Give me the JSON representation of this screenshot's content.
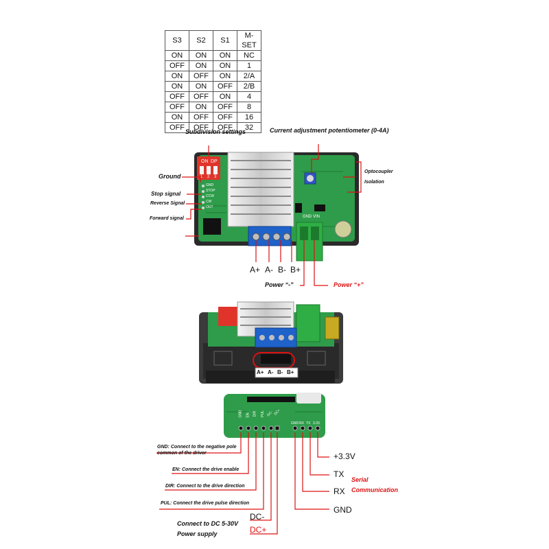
{
  "subdivision_table": {
    "headers": [
      "S3",
      "S2",
      "S1",
      "M-SET"
    ],
    "rows": [
      [
        "ON",
        "ON",
        "ON",
        "NC"
      ],
      [
        "OFF",
        "ON",
        "ON",
        "1"
      ],
      [
        "ON",
        "OFF",
        "ON",
        "2/A"
      ],
      [
        "ON",
        "ON",
        "OFF",
        "2/B"
      ],
      [
        "OFF",
        "OFF",
        "ON",
        "4"
      ],
      [
        "OFF",
        "ON",
        "OFF",
        "8"
      ],
      [
        "ON",
        "OFF",
        "OFF",
        "16"
      ],
      [
        "OFF",
        "OFF",
        "OFF",
        "32"
      ]
    ]
  },
  "top_diagram": {
    "subdivision_settings": "Subdivision settings",
    "current_pot": "Current adjustment potentiometer (0-4A)",
    "optocoupler": "Optocoupler",
    "isolation": "Isolation",
    "ground": "Ground",
    "stop_signal": "Stop signal",
    "reverse_signal": "Reverse Signal",
    "forward_signal": "Forward signal",
    "power_minus": "Power “-”",
    "power_plus": "Power “+”",
    "dip_on": "ON",
    "dip_dp": "DP",
    "dip_numbers": [
      "1",
      "2",
      "3"
    ],
    "board_pins": [
      "GND",
      "STOP",
      "CCW",
      "CW",
      "OUT"
    ],
    "gnd_vin": "GND VIN",
    "motor_terminals": [
      "A+",
      "A-",
      "B-",
      "B+"
    ]
  },
  "middle_diagram": {
    "motor_terminals": [
      "A+",
      "A-",
      "B-",
      "B+"
    ]
  },
  "bottom_diagram": {
    "pcb_pins_left": [
      "GND",
      "EN",
      "DIR",
      "PUL",
      "DC-",
      "DC+"
    ],
    "pcb_pins_right": [
      "GND",
      "RX",
      "TX",
      "3.3V"
    ],
    "gnd_desc": "GND: Connect to the negative pole common of the driver",
    "en_desc": "EN: Connect the drive enable",
    "dir_desc": "DIR: Connect to the drive direction",
    "pul_desc": "PUL: Connect the drive pulse direction",
    "dc_minus": "DC-",
    "dc_plus": "DC+",
    "connect_dc": "Connect to DC 5-30V",
    "power_supply": "Power supply",
    "v33": "+3.3V",
    "tx": "TX",
    "rx": "RX",
    "gnd": "GND",
    "serial": "Serial",
    "communication": "Communication"
  },
  "colors": {
    "line_red": "#dd1111",
    "pcb_green": "#2e9c4a",
    "terminal_blue": "#1f62c9",
    "terminal_green": "#2fae45",
    "dip_red": "#e0342a"
  }
}
